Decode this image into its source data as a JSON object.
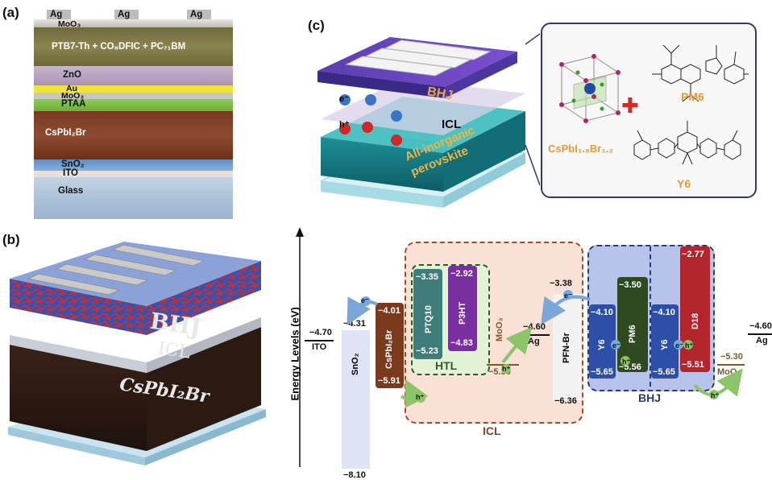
{
  "panel_a": {
    "label": "(a)",
    "layers": {
      "ag_top": [
        "Ag",
        "Ag",
        "Ag"
      ],
      "moo3": "MoO₃",
      "bhj": "PTB7-Th + CO₈DFIC + PC₇₁BM",
      "zno": "ZnO",
      "au": "Au",
      "moo3_2": "MoO₃",
      "ptaa": "PTAA",
      "perov": "CsPbI₂Br",
      "sno2": "SnO₂",
      "ito": "ITO",
      "glass": "Glass"
    }
  },
  "panel_b": {
    "label": "(b)",
    "bhj": "BHJ",
    "icl": "ICL",
    "perov": "CsPbI₂Br"
  },
  "panel_c": {
    "label": "(c)",
    "bhj": "BHJ",
    "icl": "ICL",
    "perov_1": "All-inorganic",
    "perov_2": "perovskite",
    "electron": "e⁻",
    "hole": "h⁺",
    "perov_formula": "CsPbI₁.₈Br₁.₂",
    "pm6": "PM6",
    "y6": "Y6",
    "plus": "✚"
  },
  "energy": {
    "y_axis": "Energy Levels (eV)",
    "ito": {
      "name": "ITO",
      "value": "−4.70"
    },
    "sno2": {
      "name": "SnO₂",
      "top": "−4.31",
      "bottom": "−8.10"
    },
    "cspbi2br": {
      "name": "CsPbI₂Br",
      "top": "−4.01",
      "bottom": "−5.91"
    },
    "ptq10": {
      "name": "PTQ10",
      "top": "−3.35",
      "bottom": "−5.23"
    },
    "p3ht": {
      "name": "P3HT",
      "top": "−2.92",
      "bottom": "−4.83"
    },
    "htl": "HTL",
    "moo3_1": {
      "name": "MoO₃",
      "value": "−5.30"
    },
    "ag_1": {
      "name": "Ag",
      "value": "−4.60"
    },
    "pfn": {
      "name": "PFN-Br",
      "top": "−3.38",
      "bottom": "−6.36"
    },
    "icl": "ICL",
    "y6_1": {
      "name": "Y6",
      "top": "−4.10",
      "bottom": "−5.65"
    },
    "pm6": {
      "name": "PM6",
      "top": "−3.50",
      "bottom": "−5.56"
    },
    "y6_2": {
      "name": "Y6",
      "top": "−4.10",
      "bottom": "−5.65"
    },
    "d18": {
      "name": "D18",
      "top": "−2.77",
      "bottom": "−5.51"
    },
    "bhj": "BHJ",
    "moo3_2": {
      "name": "MoO₃",
      "value": "−5.30"
    },
    "ag_2": {
      "name": "Ag",
      "value": "−4.60"
    },
    "e": "e⁻",
    "h": "h⁺",
    "colors": {
      "sno2": "#dfe3f5",
      "cspbi2br": "#7a3a1e",
      "ptq10": "#3f7d7a",
      "p3ht": "#7a2fa0",
      "pfn": "#f2f2f2",
      "y6": "#2d4fa8",
      "pm6": "#2f4a1e",
      "d18": "#b3252c",
      "icl_box": "#f9e1d6",
      "htl_box": "#e3f1d7",
      "bhj_box": "#b7c3ea"
    }
  }
}
